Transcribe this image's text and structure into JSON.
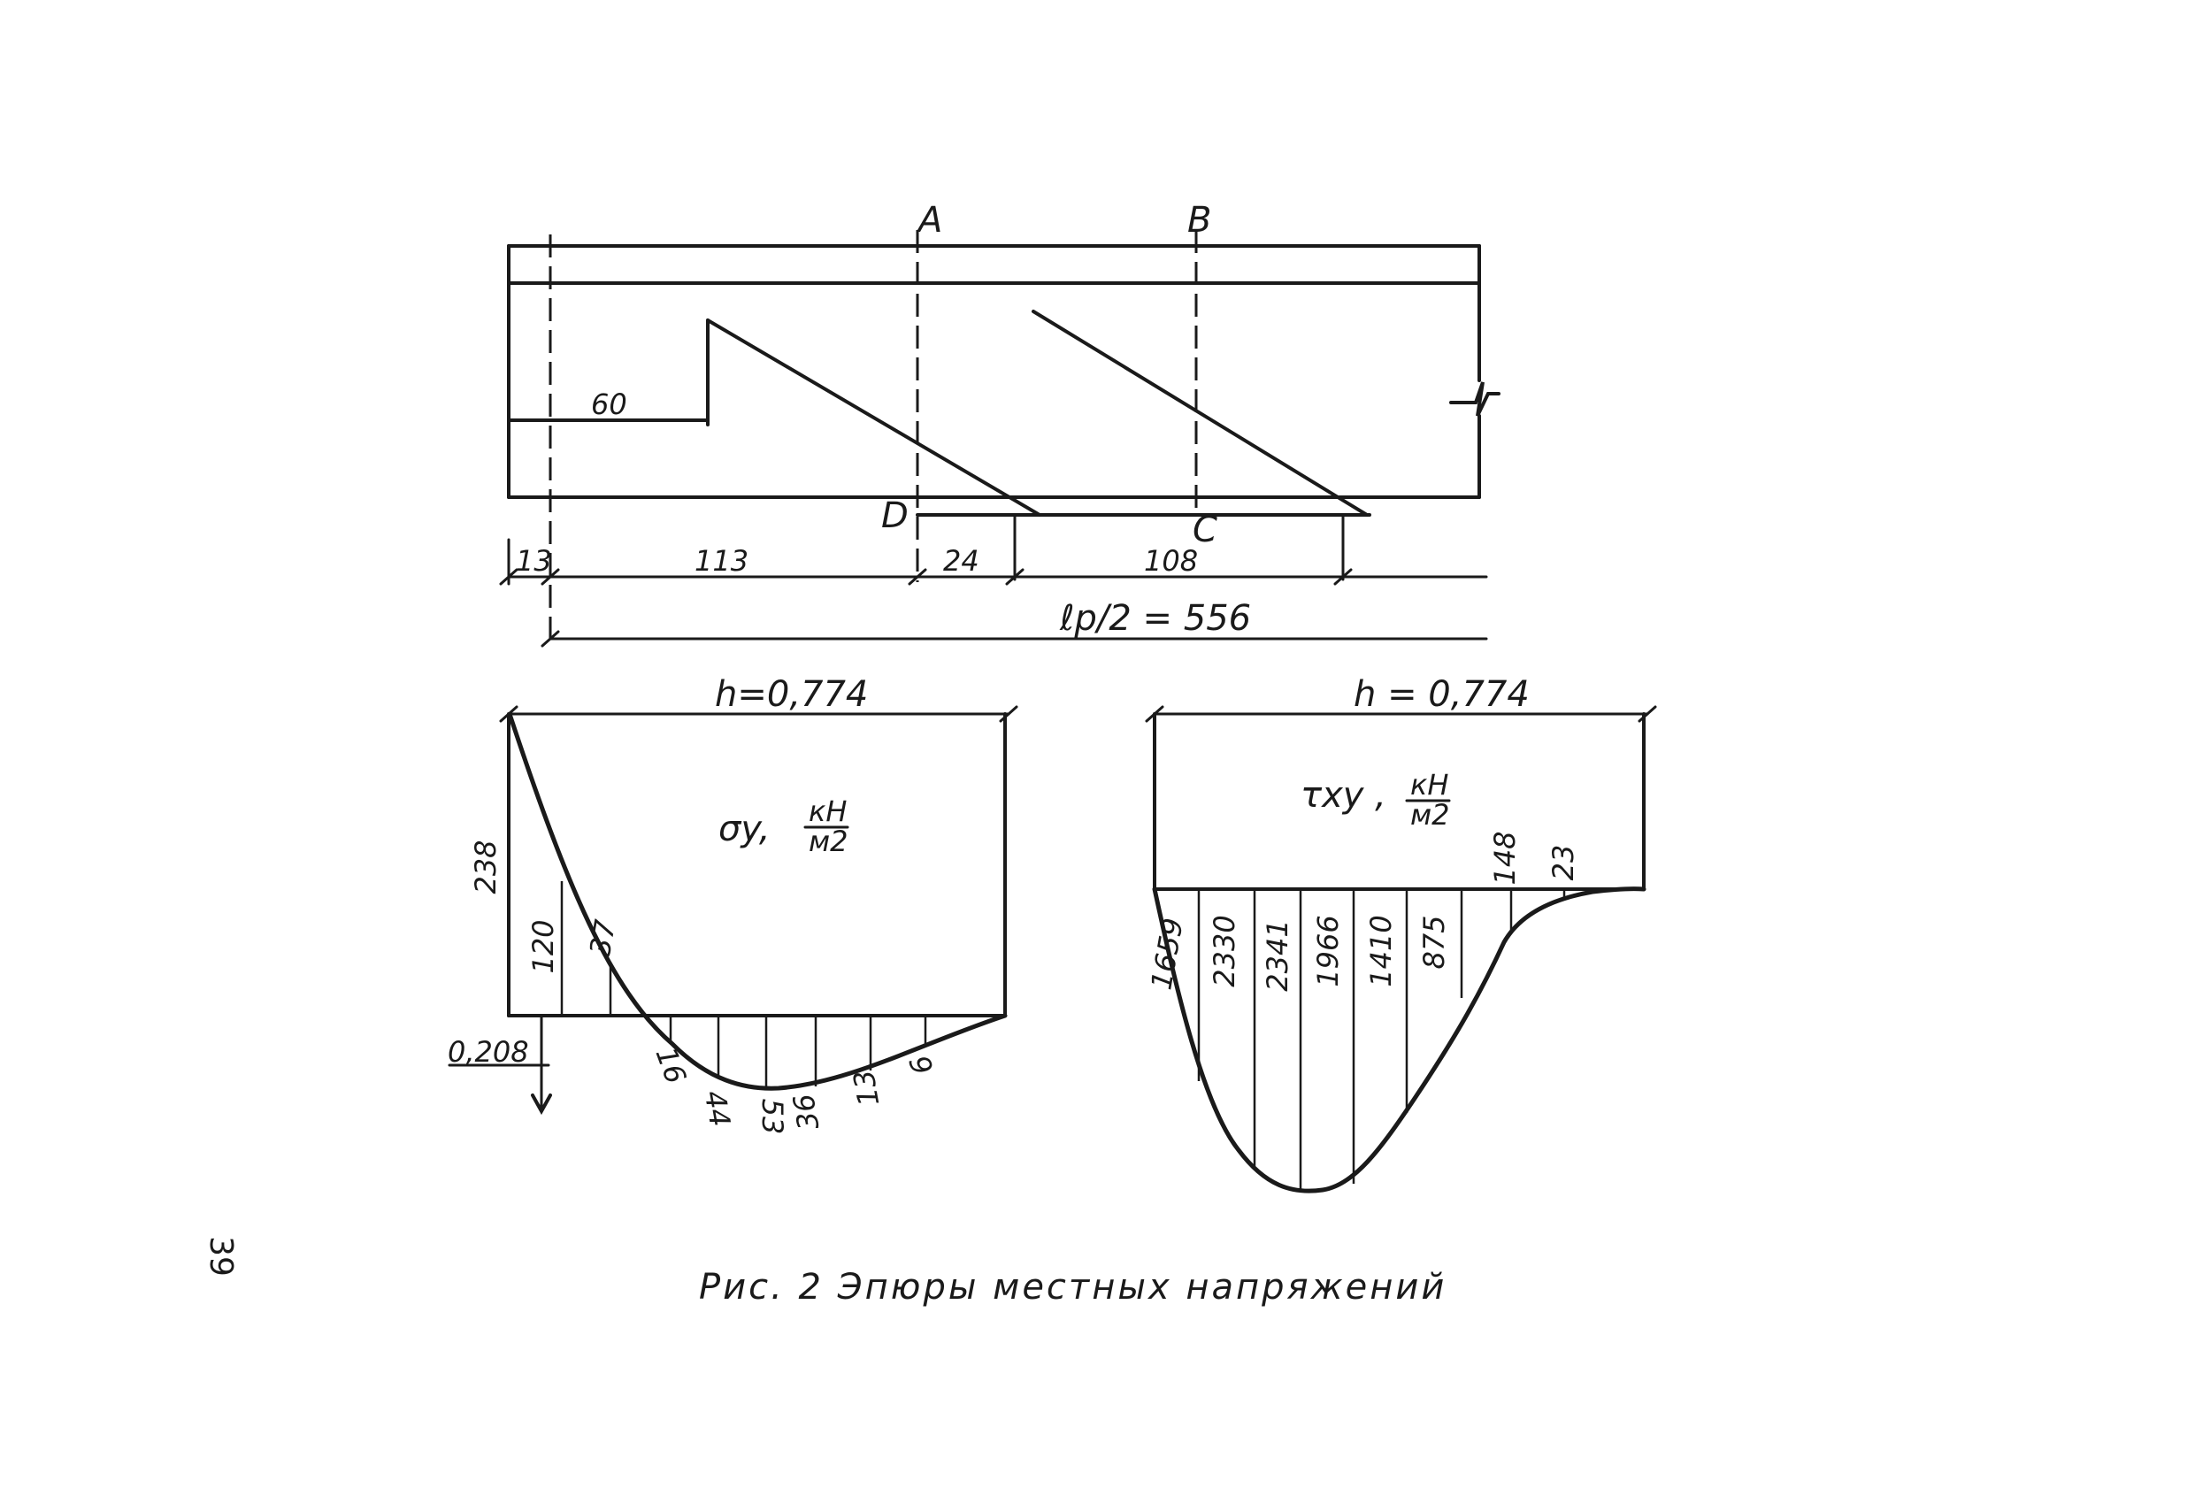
{
  "beam": {
    "section_a": "A",
    "section_b": "B",
    "point_c": "C",
    "point_d": "D",
    "dim_60": "60",
    "dim_13": "13",
    "dim_113": "113",
    "dim_24": "24",
    "dim_108": "108",
    "half_span": "ℓp/2 = 556"
  },
  "sigma_plot": {
    "height_label": "h=0,774",
    "quantity": "σy,",
    "unit_num": "кН",
    "unit_den": "м2",
    "offset_label": "0,208",
    "values_positive": [
      "238",
      "120",
      "37"
    ],
    "values_negative": [
      "16",
      "44",
      "53",
      "36",
      "13",
      "6"
    ]
  },
  "tau_plot": {
    "height_label": "h = 0,774",
    "quantity": "τxy ,",
    "unit_num": "кН",
    "unit_den": "м2",
    "values": [
      "1659",
      "2330",
      "2341",
      "1966",
      "1410",
      "875",
      "148",
      "23"
    ]
  },
  "caption": "Рис. 2  Эпюры   местных   напряжений",
  "page_number": "39"
}
